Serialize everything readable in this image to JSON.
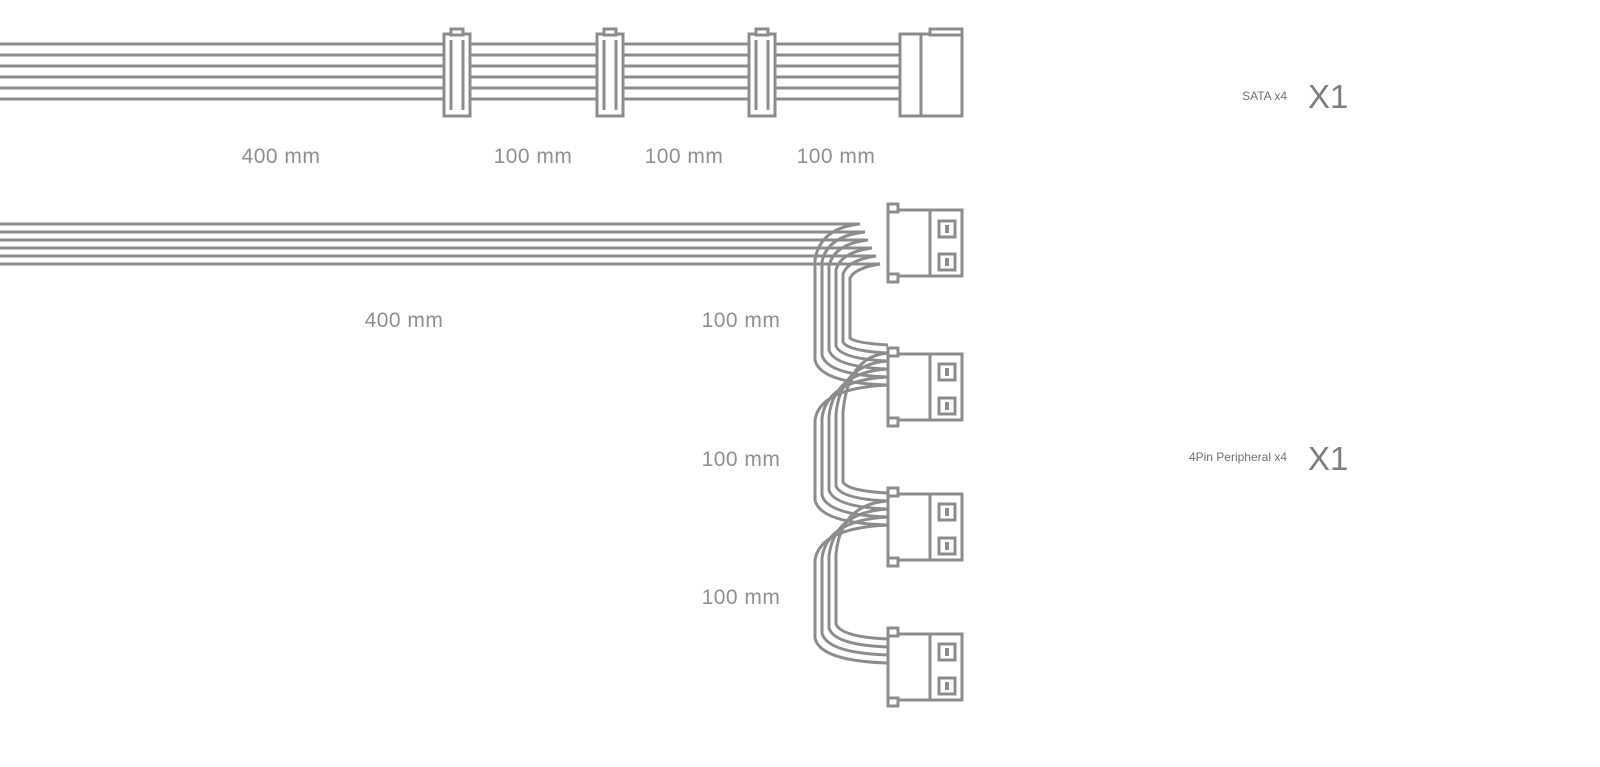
{
  "cables": [
    {
      "name": "SATA x4",
      "quantity": "X1",
      "segments": [
        "400 mm",
        "100 mm",
        "100 mm",
        "100 mm"
      ]
    },
    {
      "name": "4Pin Peripheral x4",
      "quantity": "X1",
      "segments": [
        "400 mm",
        "100 mm",
        "100 mm",
        "100 mm"
      ]
    }
  ],
  "colors": {
    "line": "#8c8c8c",
    "text": "#8f8f8f",
    "background": "#ffffff"
  }
}
